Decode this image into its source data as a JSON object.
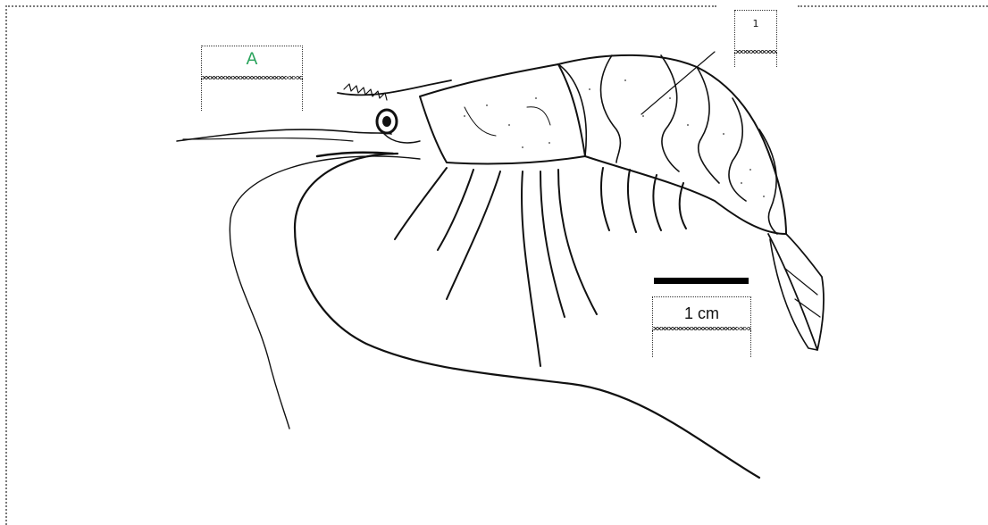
{
  "labels": {
    "a": "A",
    "one": "1",
    "scale": "1 cm"
  },
  "colors": {
    "label_a": "#27a25a",
    "ink": "#111111",
    "frame": "#7a7a7a"
  }
}
